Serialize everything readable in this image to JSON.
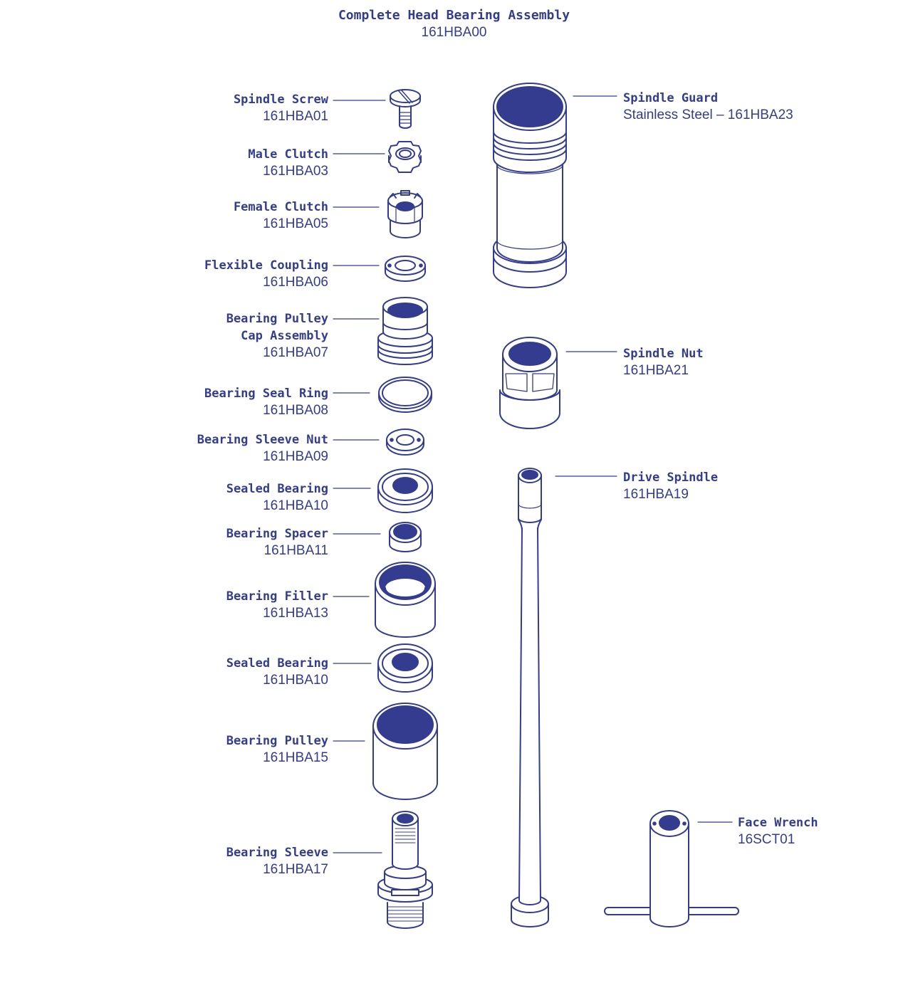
{
  "title": {
    "name": "Complete Head Bearing Assembly",
    "part": "161HBA00"
  },
  "ink_color": "#333c8f",
  "parts": {
    "spindle_screw": {
      "name": "Spindle Screw",
      "part": "161HBA01"
    },
    "male_clutch": {
      "name": "Male Clutch",
      "part": "161HBA03"
    },
    "female_clutch": {
      "name": "Female Clutch",
      "part": "161HBA05"
    },
    "flexible_coupling": {
      "name": "Flexible Coupling",
      "part": "161HBA06"
    },
    "bearing_pulley_cap": {
      "name_line1": "Bearing Pulley",
      "name_line2": "Cap Assembly",
      "part": "161HBA07"
    },
    "bearing_seal_ring": {
      "name": "Bearing Seal Ring",
      "part": "161HBA08"
    },
    "bearing_sleeve_nut": {
      "name": "Bearing Sleeve Nut",
      "part": "161HBA09"
    },
    "sealed_bearing_1": {
      "name": "Sealed Bearing",
      "part": "161HBA10"
    },
    "bearing_spacer": {
      "name": "Bearing Spacer",
      "part": "161HBA11"
    },
    "bearing_filler": {
      "name": "Bearing Filler",
      "part": "161HBA13"
    },
    "sealed_bearing_2": {
      "name": "Sealed Bearing",
      "part": "161HBA10"
    },
    "bearing_pulley": {
      "name": "Bearing Pulley",
      "part": "161HBA15"
    },
    "bearing_sleeve": {
      "name": "Bearing Sleeve",
      "part": "161HBA17"
    },
    "spindle_guard": {
      "name": "Spindle Guard",
      "part": "Stainless Steel – 161HBA23"
    },
    "spindle_nut": {
      "name": "Spindle Nut",
      "part": "161HBA21"
    },
    "drive_spindle": {
      "name": "Drive Spindle",
      "part": "161HBA19"
    },
    "face_wrench": {
      "name": "Face Wrench",
      "part": "16SCT01"
    }
  }
}
